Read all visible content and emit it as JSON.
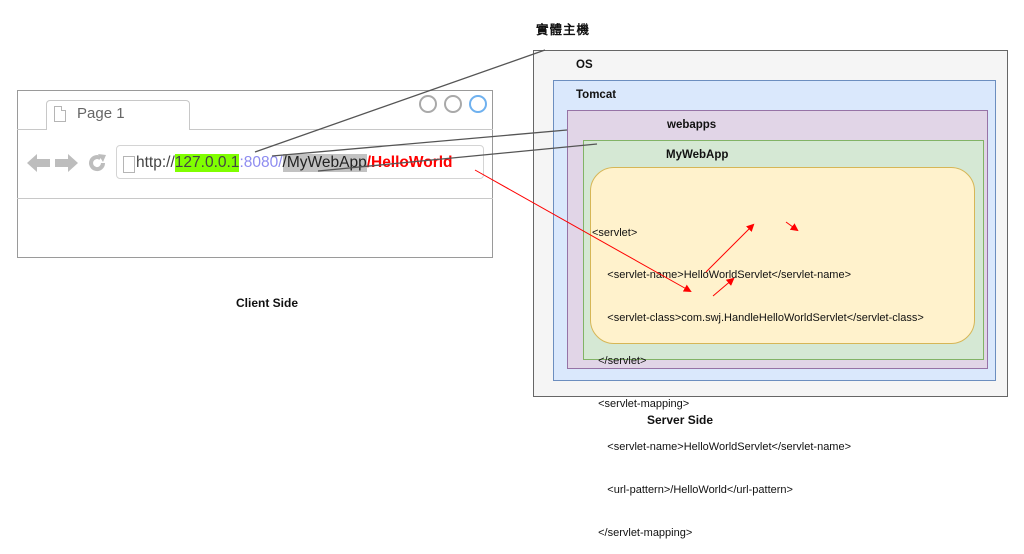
{
  "browser": {
    "tab_label": "Page 1",
    "window_buttons": [
      "minimize-button",
      "maximize-button",
      "close-button"
    ],
    "nav_icons": {
      "back": "◀",
      "forward": "▶",
      "refresh": "↻"
    },
    "url": {
      "protocol": "http://",
      "host": "127.0.0.1",
      "port": ":8080",
      "separator": "/",
      "app": "/MyWebApp",
      "path": "/HelloWorld"
    },
    "caption": "Client Side"
  },
  "server": {
    "host_label": "實體主機",
    "os_label": "OS",
    "tomcat_label": "Tomcat",
    "webapps_label": "webapps",
    "mywebapp_label": "MyWebApp",
    "caption": "Server Side",
    "config_lines": [
      "<servlet>",
      "     <servlet-name>HelloWorldServlet</servlet-name>",
      "     <servlet-class>com.swj.HandleHelloWorldServlet</servlet-class>",
      "  </servlet>",
      "  <servlet-mapping>",
      "     <servlet-name>HelloWorldServlet</servlet-name>",
      "     <url-pattern>/HelloWorld</url-pattern>",
      "  </servlet-mapping>"
    ]
  },
  "colors": {
    "host_highlight": "#80ff00",
    "port_text": "#8e8cf0",
    "app_highlight": "#c2c2c2",
    "path_text": "#ff0000",
    "os_fill": "#f5f5f5",
    "tomcat_fill": "#dae8fc",
    "webapps_fill": "#e1d5e7",
    "mywebapp_fill": "#d5e8d4",
    "config_fill": "#fff2cc",
    "arrow": "#ff0000"
  }
}
